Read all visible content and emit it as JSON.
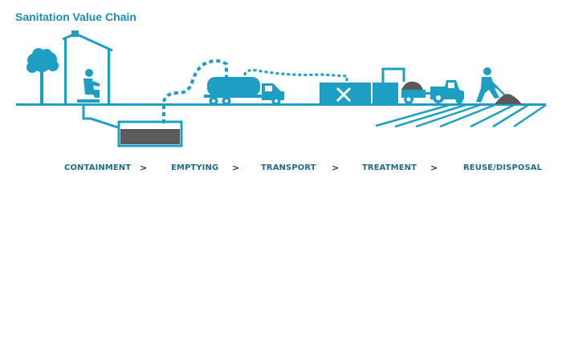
{
  "title": "Sanitation Value Chain",
  "colors": {
    "accent": "#1d9fc4",
    "title": "#1d8fac",
    "stage_text": "#1f6b8a",
    "sludge": "#5a5a5a",
    "separator": "#333333"
  },
  "stages": [
    {
      "label": "CONTAINMENT"
    },
    {
      "label": "EMPTYING"
    },
    {
      "label": "TRANSPORT"
    },
    {
      "label": "TREATMENT"
    },
    {
      "label": "REUSE/DISPOSAL"
    }
  ],
  "separator_glyph": ">",
  "icons": [
    "tree-icon",
    "latrine-icon",
    "pit-tank-icon",
    "hose-icon",
    "vacuum-truck-icon",
    "treatment-plant-icon",
    "tractor-icon",
    "worker-icon",
    "field-icon"
  ]
}
